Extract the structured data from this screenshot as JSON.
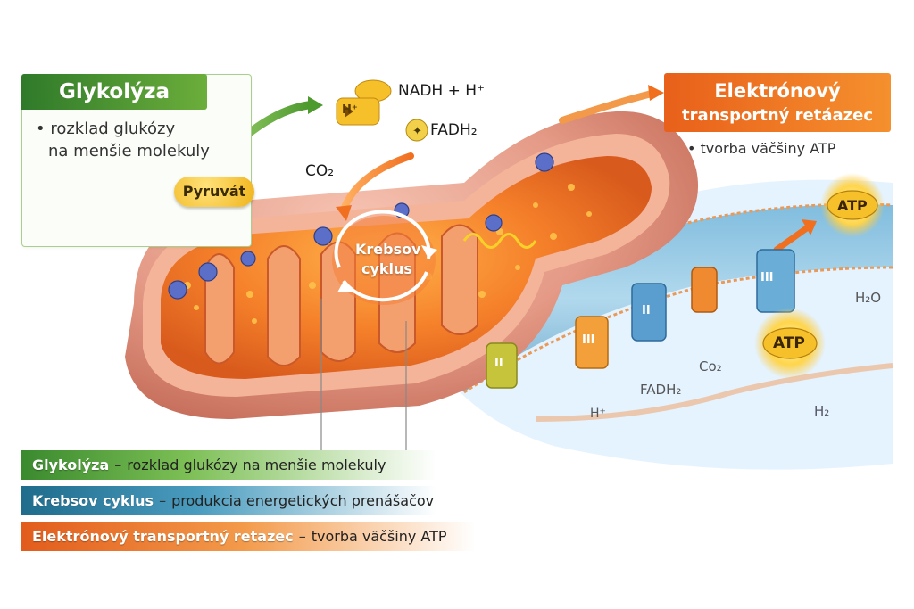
{
  "glycolysis": {
    "title": "Glykolýza",
    "bullet_line1": "• rozklad glukózy",
    "bullet_line2": "na menšie molekuly",
    "pyruvate": "Pyruvát"
  },
  "products": {
    "nadh": "NADH + H⁺",
    "h_plus_badge": "H⁺",
    "fadh2": "FADH₂",
    "co2": "CO₂"
  },
  "krebs": {
    "line1": "Krebsov",
    "line2": "cyklus"
  },
  "etc": {
    "title_line1": "Elektrónový",
    "title_line2": "transportný retáazec",
    "bullet": "• tvorba väčšiny ATP"
  },
  "membrane_labels": {
    "atp_top": "ATP",
    "atp_mid": "ATP",
    "h2o": "H₂O",
    "co2": "Co₂",
    "fadh2": "FADH₂",
    "h_plus": "H⁺",
    "h2_bottom": "H₂",
    "complex_i": "II",
    "complex_ii": "III",
    "complex_iii": "II",
    "complex_iv": "III"
  },
  "legend": [
    {
      "key": "Glykolýza",
      "sep": "–",
      "desc": "rozklad glukózy na menšie molekuly"
    },
    {
      "key": "Krebsov cyklus",
      "sep": "–",
      "desc": "produkcia energetických prenášačov"
    },
    {
      "key": "Elektrónový transportný retazec",
      "sep": "–",
      "desc": "tvorba väčšiny ATP"
    }
  ],
  "colors": {
    "glycolysis_green": "#3a8a2e",
    "krebs_blue": "#1f6c8c",
    "etc_orange": "#e8601a",
    "mito_outer": "#e9a08c",
    "mito_inner": "#f07a2a",
    "atp_gold": "#f6c02a"
  }
}
